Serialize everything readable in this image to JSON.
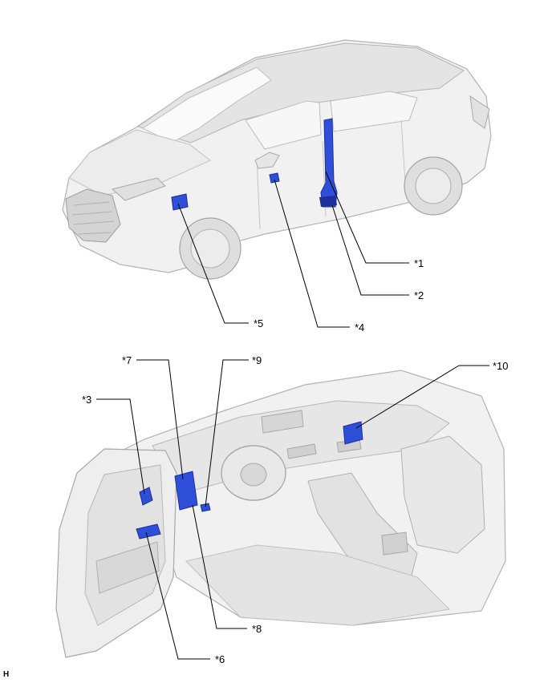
{
  "diagram": {
    "callouts": [
      {
        "id": "c1",
        "label": "*1"
      },
      {
        "id": "c2",
        "label": "*2"
      },
      {
        "id": "c3",
        "label": "*3"
      },
      {
        "id": "c4",
        "label": "*4"
      },
      {
        "id": "c5",
        "label": "*5"
      },
      {
        "id": "c6",
        "label": "*6"
      },
      {
        "id": "c7",
        "label": "*7"
      },
      {
        "id": "c8",
        "label": "*8"
      },
      {
        "id": "c9",
        "label": "*9"
      },
      {
        "id": "c10",
        "label": "*10"
      }
    ],
    "corner_mark": "H",
    "colors": {
      "highlight": "#2f4fd8",
      "highlight_dark": "#1c2f9a",
      "body": "#f1f1f1",
      "body_shade": "#dcdcdc",
      "outline": "#b3b3b3",
      "leader": "#000000"
    }
  }
}
